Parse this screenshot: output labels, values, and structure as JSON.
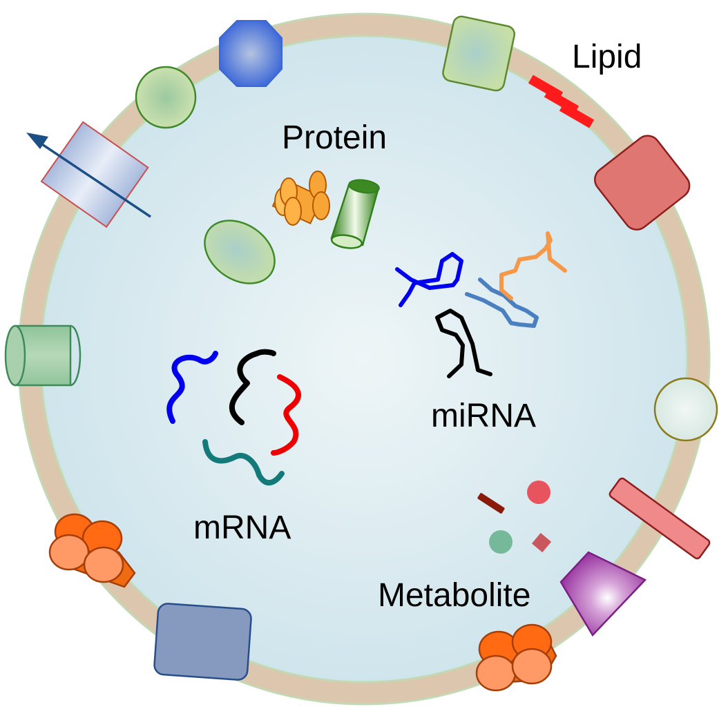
{
  "labels": {
    "lipid": "Lipid",
    "protein": "Protein",
    "mirna": "miRNA",
    "mrna": "mRNA",
    "metabolite": "Metabolite"
  },
  "colors": {
    "membrane": "#dcc6ae",
    "membrane_edge": "#bfd8b4",
    "cytoplasm": "#d4e8ee",
    "lipid": "#ff1b1b",
    "arrow": "#1b4f86"
  }
}
